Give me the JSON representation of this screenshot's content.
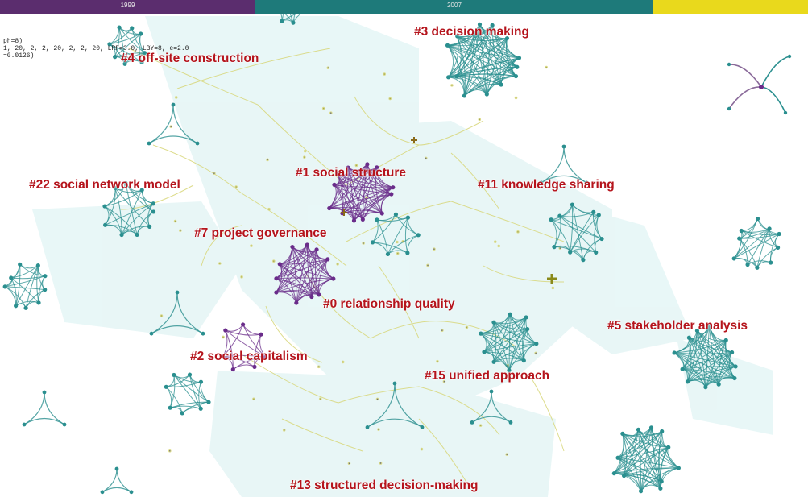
{
  "timeline": {
    "segments": [
      {
        "label": "1999",
        "color": "#5b2d6e"
      },
      {
        "label": "2007",
        "color": "#1e7a7a"
      },
      {
        "label": "",
        "color": "#e9d91c"
      }
    ]
  },
  "params_text": {
    "line1": "ph=8)",
    "line2": "1, 20, 2, 2, 20, 2, 2, 20, LRF=3.0, LBY=8, e=2.0",
    "line3": "=0.0126)"
  },
  "clusters": [
    {
      "id": "c4",
      "label": "#4 off-site construction"
    },
    {
      "id": "c3",
      "label": "#3 decision making"
    },
    {
      "id": "c22",
      "label": "#22 social network model"
    },
    {
      "id": "c1",
      "label": "#1 social structure"
    },
    {
      "id": "c11",
      "label": "#11 knowledge sharing"
    },
    {
      "id": "c7",
      "label": "#7 project governance"
    },
    {
      "id": "c0",
      "label": "#0 relationship quality"
    },
    {
      "id": "c5",
      "label": "#5 stakeholder analysis"
    },
    {
      "id": "c2",
      "label": "#2 social capitalism"
    },
    {
      "id": "c15",
      "label": "#15 unified approach"
    },
    {
      "id": "c13",
      "label": "#13 structured decision-making"
    }
  ],
  "colors": {
    "label": "#b5141c",
    "teal": "#2a8f8f",
    "purple": "#6a2c8a",
    "link": "#d8d77a",
    "hull": "#e6f6f6"
  }
}
